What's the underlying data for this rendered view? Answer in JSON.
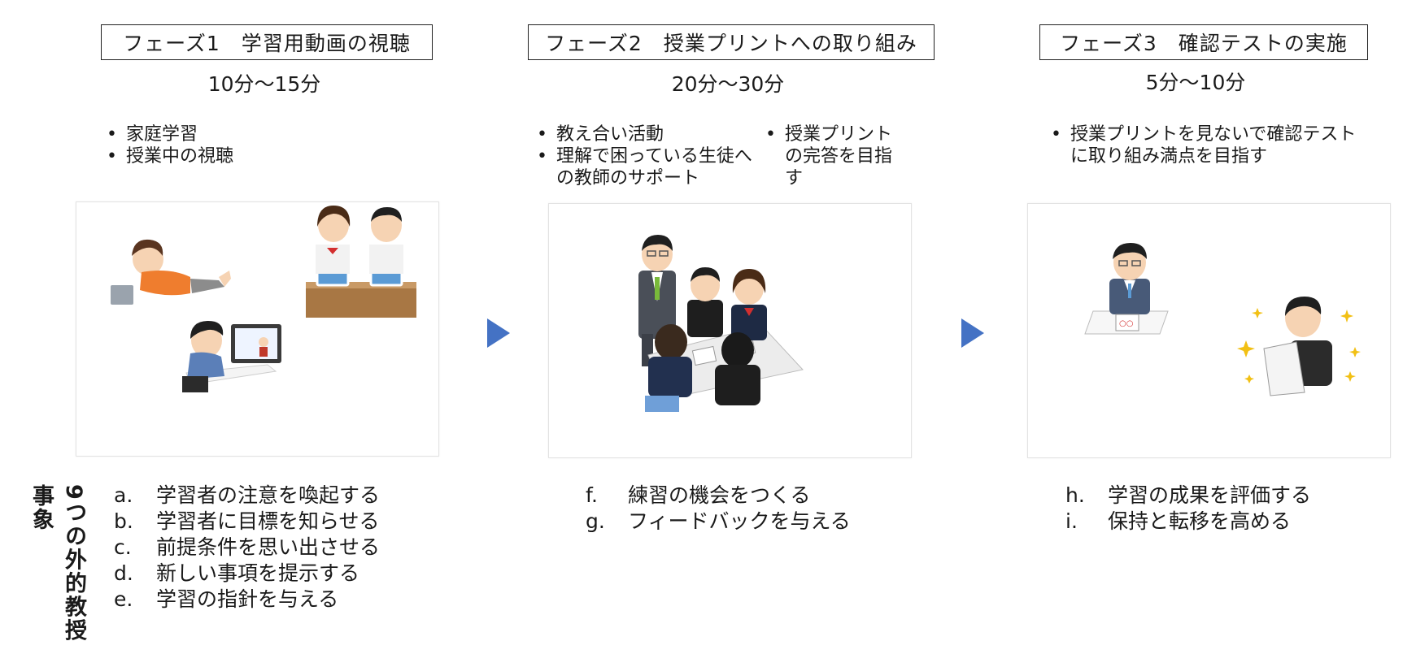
{
  "phases": [
    {
      "title": "フェーズ1　学習用動画の視聴",
      "time": "10分～15分",
      "bullets": [
        "家庭学習",
        "授業中の視聴"
      ]
    },
    {
      "title": "フェーズ2　授業プリントへの取り組み",
      "time": "20分～30分",
      "bullets_left": [
        "教え合い活動",
        "理解で困っている生徒への教師のサポート"
      ],
      "bullets_right": [
        "授業プリントの完答を目指す"
      ]
    },
    {
      "title": "フェーズ3　確認テストの実施",
      "time": "5分～10分",
      "bullets": [
        "授業プリントを見ないで確認テストに取り組み満点を目指す"
      ]
    }
  ],
  "vertical_title": "9つの外的教授事象",
  "events": {
    "phase1": [
      {
        "letter": "a.",
        "text": "学習者の注意を喚起する"
      },
      {
        "letter": "b.",
        "text": "学習者に目標を知らせる"
      },
      {
        "letter": "c.",
        "text": "前提条件を思い出させる"
      },
      {
        "letter": "d.",
        "text": "新しい事項を提示する"
      },
      {
        "letter": "e.",
        "text": "学習の指針を与える"
      }
    ],
    "phase2": [
      {
        "letter": "f.",
        "text": "練習の機会をつくる"
      },
      {
        "letter": "g.",
        "text": "フィードバックを与える"
      }
    ],
    "phase3": [
      {
        "letter": "h.",
        "text": "学習の成果を評価する"
      },
      {
        "letter": "i.",
        "text": "保持と転移を高める"
      }
    ]
  },
  "colors": {
    "arrow": "#4472C4",
    "border": "#222222"
  }
}
